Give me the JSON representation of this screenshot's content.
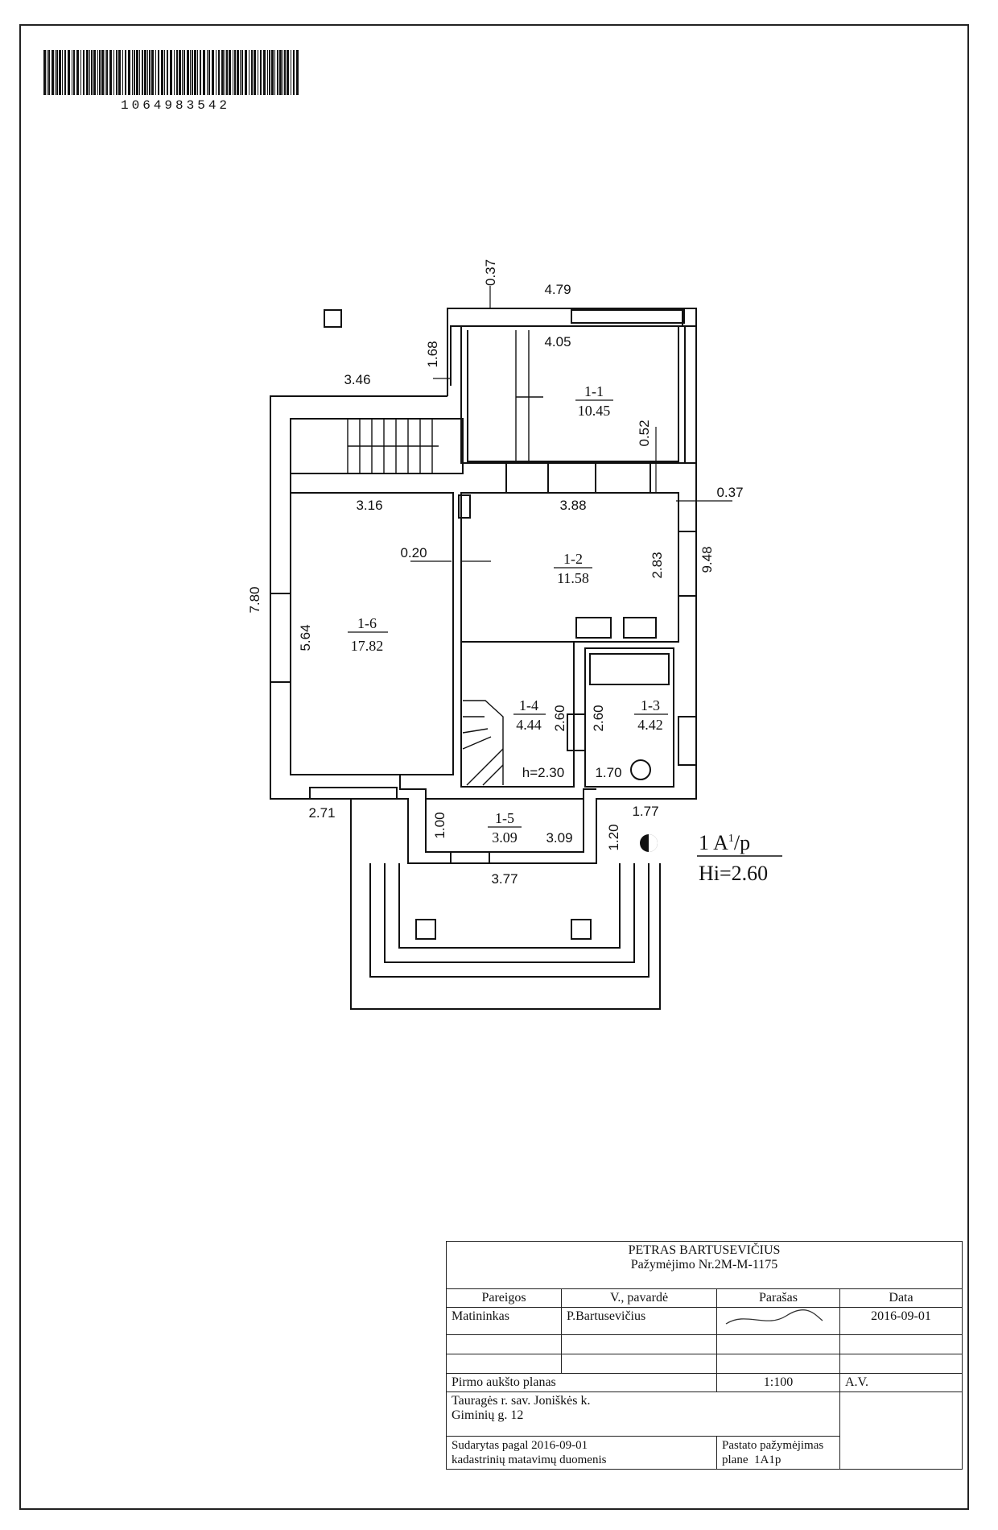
{
  "barcode": {
    "number": "1064983542"
  },
  "plan": {
    "north_marker": "□",
    "rooms": [
      {
        "id": "1-1",
        "area": "10.45"
      },
      {
        "id": "1-2",
        "area": "11.58"
      },
      {
        "id": "1-3",
        "area": "4.42"
      },
      {
        "id": "1-4",
        "area": "4.44"
      },
      {
        "id": "1-5",
        "area": "3.09"
      },
      {
        "id": "1-6",
        "area": "17.82"
      }
    ],
    "dimensions": {
      "d479": "4.79",
      "d037a": "0.37",
      "d405": "4.05",
      "d168": "1.68",
      "d346": "3.46",
      "d052": "0.52",
      "d316": "3.16",
      "d388": "3.88",
      "d037b": "0.37",
      "d020": "0.20",
      "d283": "2.83",
      "d948": "9.48",
      "d780": "7.80",
      "d564": "5.64",
      "d260a": "2.60",
      "d260b": "2.60",
      "h230": "h=2.30",
      "d170": "1.70",
      "d271": "2.71",
      "d100": "1.00",
      "d309": "3.09",
      "d177": "1.77",
      "d120": "1.20",
      "d377": "3.77"
    },
    "building_label": "1 A",
    "building_sup": "1",
    "building_suffix": "/p",
    "height_label": "Hi=2.60"
  },
  "stamp": {
    "company": "PETRAS BARTUSEVIČIUS",
    "certificate": "Pažymėjimo Nr.2M-M-1175",
    "headers": {
      "role": "Pareigos",
      "name": "V., pavardė",
      "signature": "Parašas",
      "date": "Data"
    },
    "row1": {
      "role": "Matininkas",
      "name": "P.Bartusevičius",
      "date": "2016-09-01"
    },
    "plan_title": "Pirmo aukšto planas",
    "scale": "1:100",
    "av": "A.V.",
    "address_line1": "Tauragės r. sav. Joniškės k.",
    "address_line2": "Giminių g. 12",
    "compiled_label": "Sudarytas pagal  2016-09-01",
    "compiled_line2": "kadastrinių matavimų duomenis",
    "building_mark_label": "Pastato pažymėjimas",
    "building_mark_line2": "plane",
    "building_mark_value": "1A1p"
  }
}
